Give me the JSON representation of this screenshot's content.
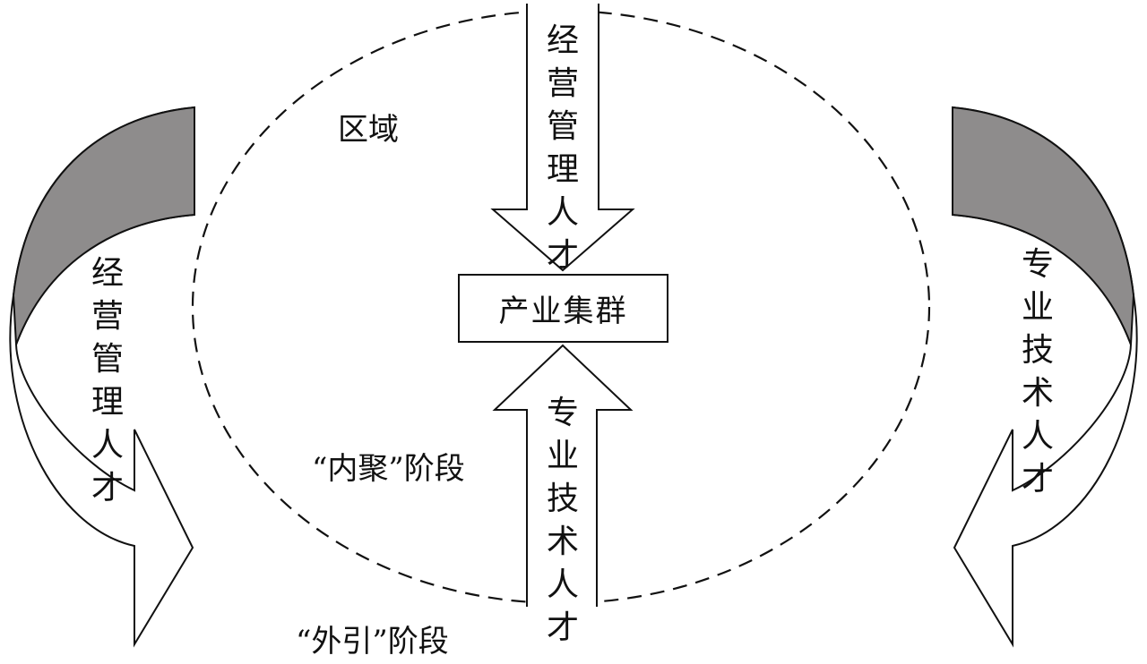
{
  "region_label": "区域",
  "cluster_label": "产业集群",
  "top_arrow_label": "经营管理人才",
  "bottom_arrow_label": "专业技术人才",
  "left_arrow_label": "经营管理人才",
  "right_arrow_label": "专业技术人才",
  "inner_stage_label": "“内聚”阶段",
  "outer_stage_label": "“外引”阶段",
  "colors": {
    "line": "#111111",
    "shade": "#8e8c8c",
    "background": "#ffffff"
  }
}
